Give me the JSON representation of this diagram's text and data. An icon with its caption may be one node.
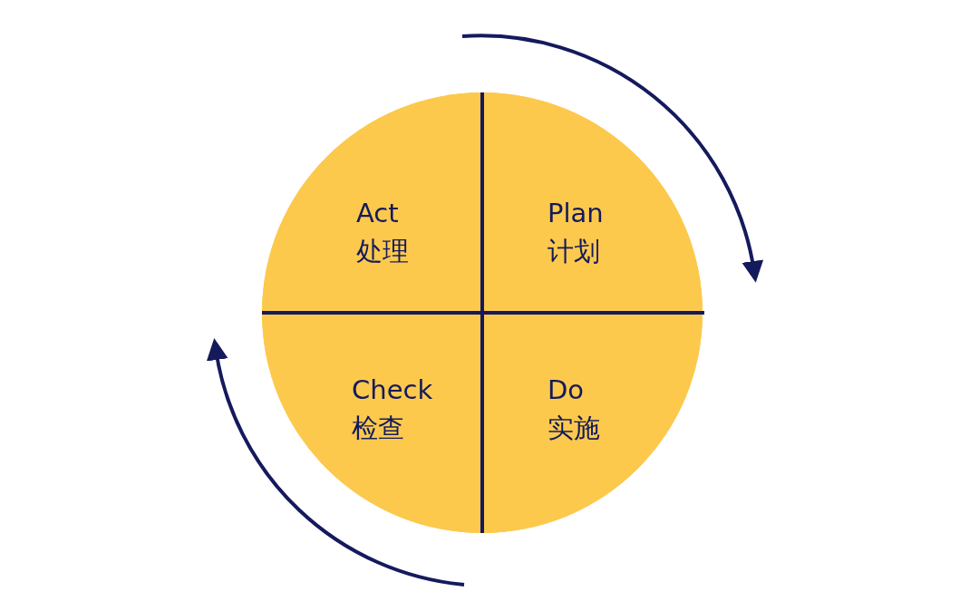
{
  "diagram": {
    "nodes": [
      {
        "text": [],
        "shape": "circle"
      },
      {
        "text": [
          "Act",
          "处理"
        ],
        "in": 0
      },
      {
        "text": [
          "Plan",
          "计划"
        ],
        "in": 0
      },
      {
        "text": [
          "Check",
          "检查"
        ],
        "in": 0
      },
      {
        "text": [
          "Do",
          "实施"
        ],
        "in": 0
      }
    ],
    "edges": []
  }
}
